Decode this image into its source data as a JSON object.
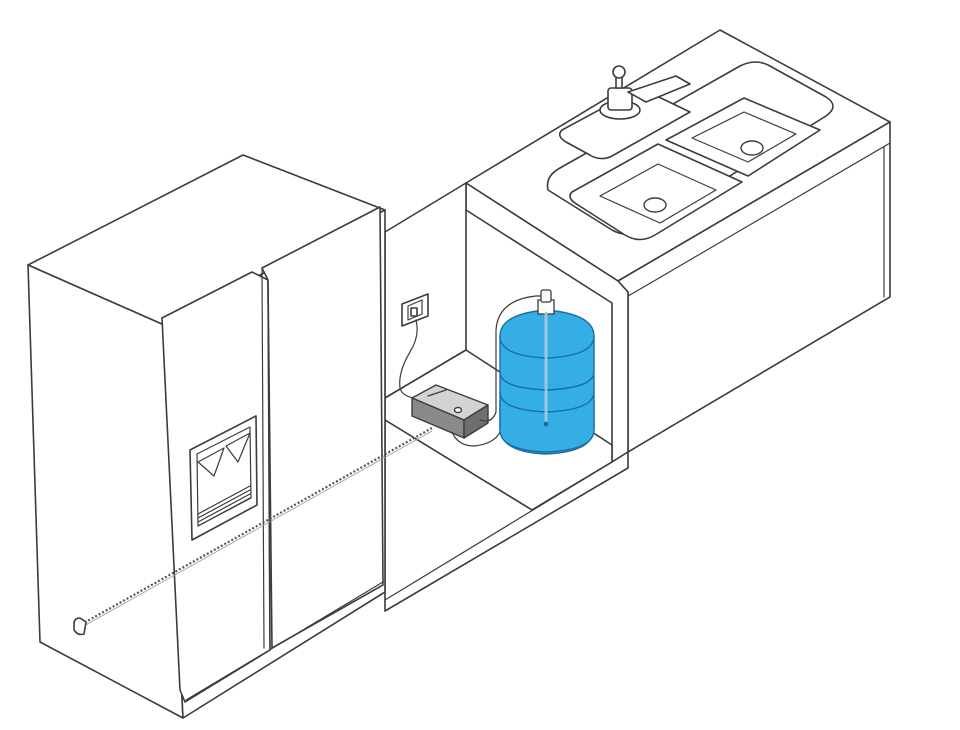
{
  "colors": {
    "line": "#3c3c3c",
    "background": "#ffffff",
    "bottle_fill": "#35aee6",
    "bottle_fill_dark": "#2b8fc9",
    "bottle_outline": "#1b6fa3",
    "pump_body": "#8a8a8a",
    "pump_top": "#d3d3d3",
    "water_line": "#555555"
  },
  "icons": {
    "refrigerator": "side-by-side-refrigerator",
    "water_bottle": "5-gallon-water-jug",
    "pump": "bottled-water-pump",
    "outlet": "wall-power-outlet",
    "sink": "double-basin-sink",
    "faucet": "kitchen-faucet",
    "water_line": "dashed-water-supply-tube"
  }
}
